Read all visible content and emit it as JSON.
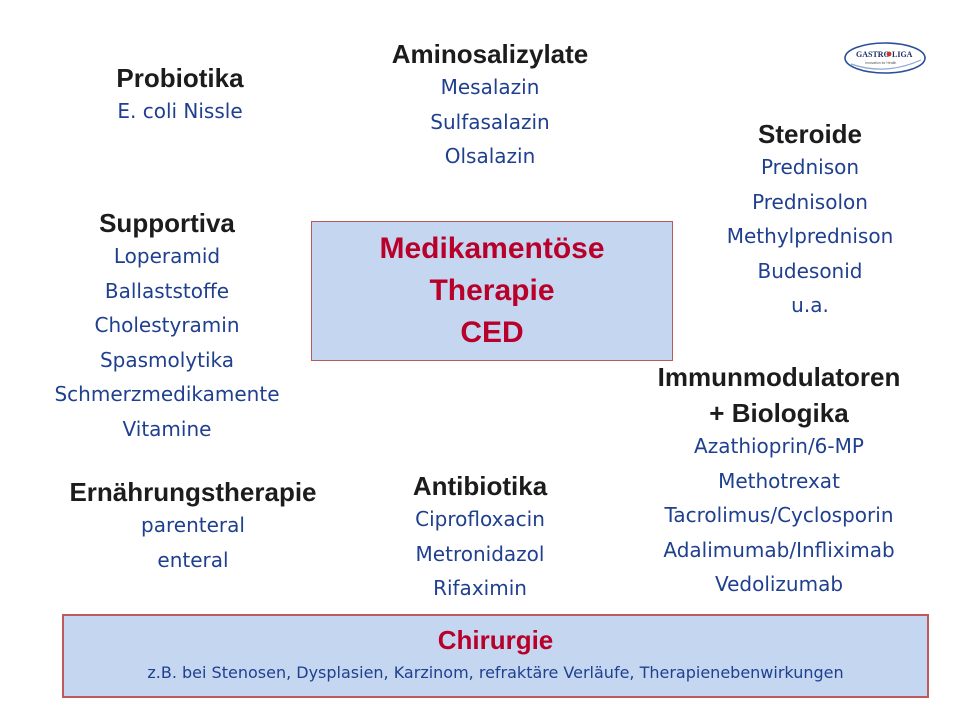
{
  "logo": {
    "text_left": "GASTRO",
    "text_right": "LIGA",
    "tagline": "Innovation for Health"
  },
  "groups": {
    "aminosalizylate": {
      "title": "Aminosalizylate",
      "items": [
        "Mesalazin",
        "Sulfasalazin",
        "Olsalazin"
      ]
    },
    "probiotika": {
      "title": "Probiotika",
      "items": [
        "E. coli Nissle"
      ]
    },
    "steroide": {
      "title": "Steroide",
      "items": [
        "Prednison",
        "Prednisolon",
        "Methylprednison",
        "Budesonid",
        "u.a."
      ]
    },
    "supportiva": {
      "title": "Supportiva",
      "items": [
        "Loperamid",
        "Ballaststoffe",
        "Cholestyramin",
        "Spasmolytika",
        "Schmerzmedikamente",
        "Vitamine"
      ]
    },
    "immunmodulatoren": {
      "title_line1": "Immunmodulatoren",
      "title_line2": "+ Biologika",
      "items": [
        "Azathioprin/6-MP",
        "Methotrexat",
        "Tacrolimus/Cyclosporin",
        "Adalimumab/Infliximab",
        "Vedolizumab"
      ]
    },
    "ernaehrung": {
      "title": "Ernährungstherapie",
      "items": [
        "parenteral",
        "enteral"
      ]
    },
    "antibiotika": {
      "title": "Antibiotika",
      "items": [
        "Ciprofloxacin",
        "Metronidazol",
        "Rifaximin"
      ]
    }
  },
  "center": {
    "line1": "Medikamentöse",
    "line2": "Therapie",
    "line3": "CED"
  },
  "chirurgie": {
    "title": "Chirurgie",
    "subtitle": "z.B. bei Stenosen, Dysplasien, Karzinom, refraktäre Verläufe, Therapienebenwirkungen"
  }
}
